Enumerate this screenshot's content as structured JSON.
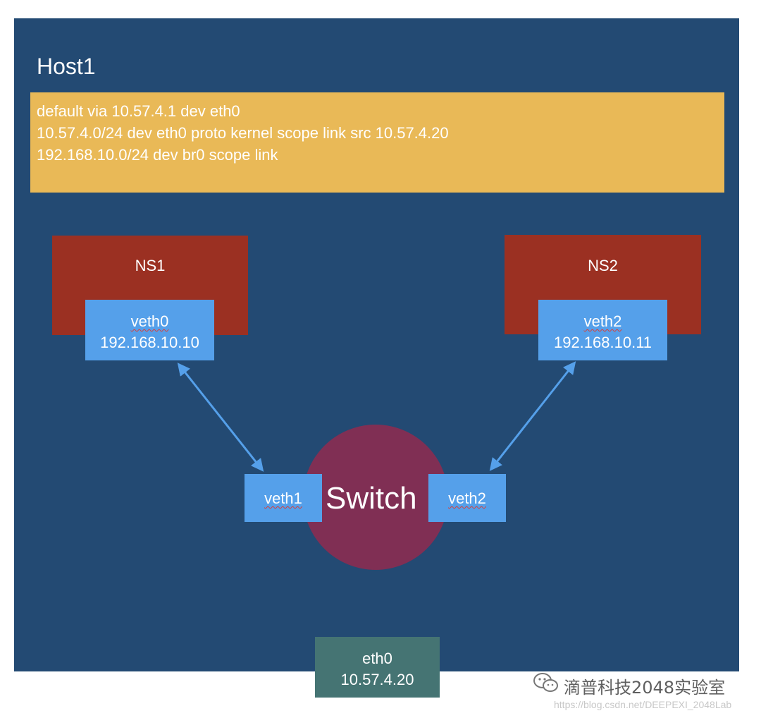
{
  "host": {
    "title": "Host1"
  },
  "routes": [
    "default via 10.57.4.1 dev eth0",
    "10.57.4.0/24 dev eth0 proto kernel scope link src 10.57.4.20",
    "192.168.10.0/24 dev br0 scope link"
  ],
  "namespaces": {
    "ns1": {
      "label": "NS1",
      "iface": "veth0",
      "ip": "192.168.10.10"
    },
    "ns2": {
      "label": "NS2",
      "iface": "veth2",
      "ip": "192.168.10.11"
    }
  },
  "switch": {
    "label": "Switch",
    "port_left": "veth1",
    "port_right": "veth2"
  },
  "eth0": {
    "iface": "eth0",
    "ip": "10.57.4.20"
  },
  "watermark": {
    "icon": "wechat-icon",
    "text": "滴普科技2048实验室",
    "url": "https://blog.csdn.net/DEEPEXI_2048Lab"
  },
  "colors": {
    "host_bg": "#234a73",
    "route_bg": "#e9b957",
    "ns_bg": "#9b3022",
    "veth_bg": "#55a0ea",
    "switch_bg": "#802f54",
    "eth0_bg": "#457473",
    "arrow": "#55a0ea"
  }
}
